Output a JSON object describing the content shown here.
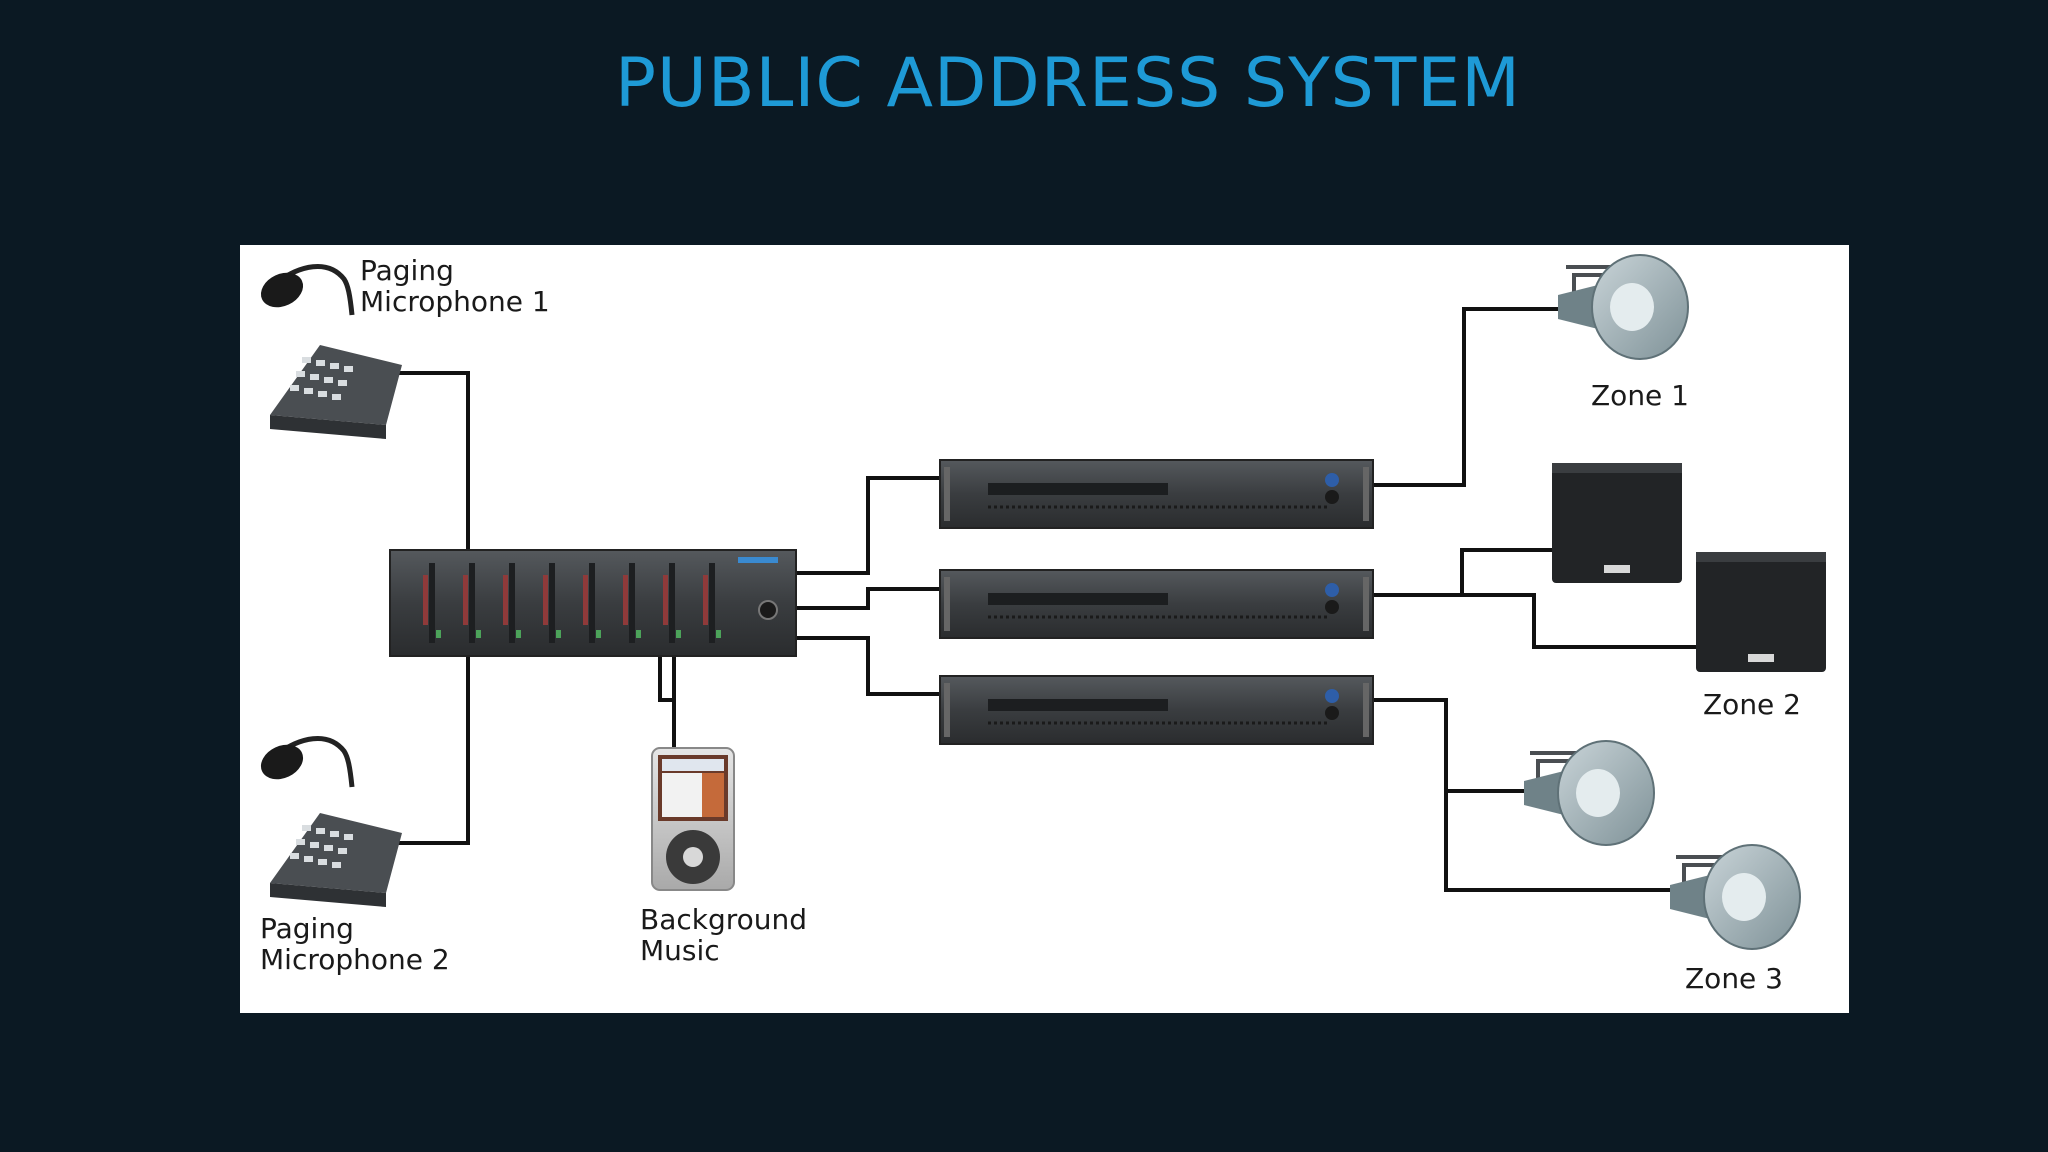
{
  "title": "PUBLIC ADDRESS SYSTEM",
  "diagram": {
    "mic1_label": [
      "Paging",
      "Microphone 1"
    ],
    "mic2_label": [
      "Paging",
      "Microphone 2"
    ],
    "music_label": [
      "Background",
      "Music"
    ],
    "zone1_label": "Zone 1",
    "zone2_label": "Zone 2",
    "zone3_label": "Zone 3"
  },
  "colors": {
    "background": "#0b1923",
    "title": "#1e9ad6",
    "wire": "#111111",
    "equipment": "#3a3d40"
  },
  "icons": [
    "paging-microphone-icon",
    "mixer-icon",
    "amplifier-icon",
    "mp3-player-icon",
    "horn-speaker-icon",
    "wall-speaker-icon"
  ]
}
